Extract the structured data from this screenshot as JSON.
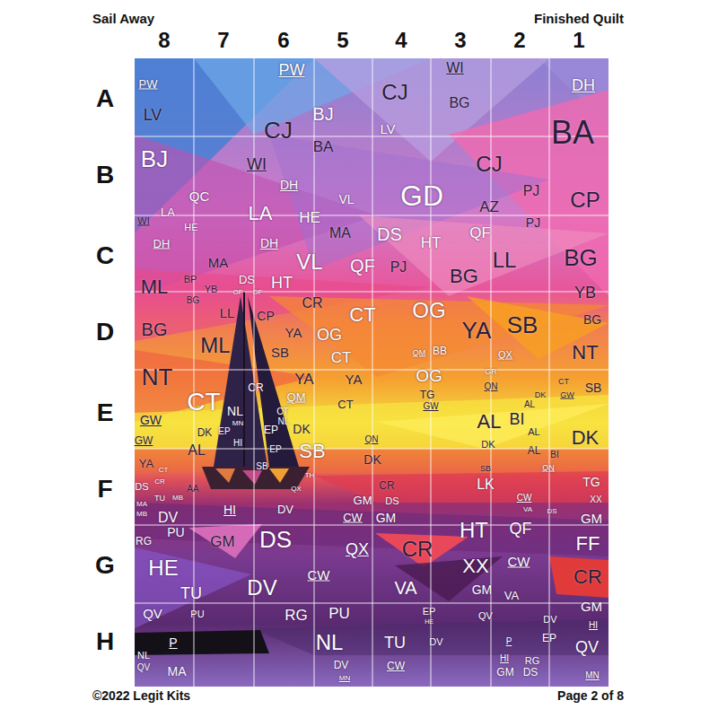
{
  "diagram": {
    "title": "Sail Away",
    "labels": [
      "Finished Quilt",
      "8",
      "7",
      "6",
      "5",
      "4",
      "3",
      "2",
      "1",
      "A",
      "B",
      "C",
      "D",
      "E",
      "F",
      "G",
      "H",
      "PW",
      "LV",
      "PW",
      "WI",
      "CJ",
      "BG",
      "DH",
      "BJ",
      "LV",
      "CJ",
      "BA",
      "BA",
      "BJ",
      "WI",
      "CJ",
      "DH",
      "PJ",
      "QC",
      "GD",
      "VL",
      "CP",
      "AZ",
      "LA",
      "LA",
      "HE",
      "WI",
      "PJ",
      "HE",
      "MA",
      "QF",
      "DS",
      "HT",
      "DH",
      "DH",
      "BG",
      "LL",
      "MA",
      "VL",
      "QF",
      "PJ",
      "BG",
      "BP",
      "DS",
      "HT",
      "ML",
      "YB",
      "OF",
      "DF",
      "YB",
      "BG",
      "CR",
      "OG",
      "LL",
      "CT",
      "CP",
      "BG",
      "SB",
      "BG",
      "YA",
      "YA",
      "OG",
      "ML",
      "BB",
      "SB",
      "QM",
      "NT",
      "QX",
      "CT",
      "GR",
      "OG",
      "NT",
      "YA",
      "YA",
      "CT",
      "QN",
      "SB",
      "CR",
      "TG",
      "DK",
      "GW",
      "QM",
      "CT",
      "CT",
      "AL",
      "GW",
      "NL",
      "CT",
      "BI",
      "GW",
      "AL",
      "NL",
      "MN",
      "DK",
      "EP",
      "EP",
      "AL",
      "DK",
      "DK",
      "QN",
      "GW",
      "HI",
      "DK",
      "EP",
      "AL",
      "AL",
      "SB",
      "BI",
      "DK",
      "YA",
      "SB",
      "QN",
      "SB",
      "CT",
      "TH",
      "CR",
      "TG",
      "LK",
      "CR",
      "DS",
      "AA",
      "QX",
      "TU",
      "MB",
      "CW",
      "GM",
      "DS",
      "XX",
      "MA",
      "HI",
      "DV",
      "VA",
      "DS",
      "MB",
      "DV",
      "CW",
      "GM",
      "GM",
      "QF",
      "HT",
      "PU",
      "DS",
      "RG",
      "GM",
      "FF",
      "QX",
      "CR",
      "CW",
      "XX",
      "HE",
      "CW",
      "CR",
      "DV",
      "VA",
      "GM",
      "TU",
      "VA",
      "GM",
      "EP",
      "QV",
      "PU",
      "PU",
      "RG",
      "QV",
      "DV",
      "HE",
      "HI",
      "EP",
      "DV",
      "P",
      "NL",
      "TU",
      "P",
      "QV",
      "NL",
      "HI",
      "RG",
      "DV",
      "CW",
      "QV",
      "MA",
      "GM",
      "DS",
      "MN",
      "MN",
      "©2022 Legit Kits",
      "Page 2 of 8"
    ]
  }
}
